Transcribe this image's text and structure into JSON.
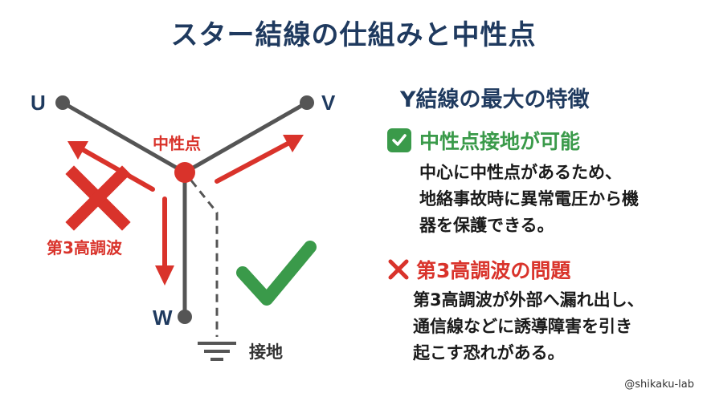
{
  "title": "スター結線の仕組みと中性点",
  "diagram": {
    "label_u": "U",
    "label_v": "V",
    "label_w": "W",
    "neutral_label": "中性点",
    "harmonic_label": "第3高調波",
    "ground_label": "接地"
  },
  "features": {
    "heading": "Y結線の最大の特徴",
    "pro_title": "中性点接地が可能",
    "pro_lines": [
      "中心に中性点があるため、",
      "地絡事故時に異常電圧から機",
      "器を保護できる。"
    ],
    "con_title": "第3高調波の問題",
    "con_lines": [
      "第3高調波が外部へ漏れ出し、",
      "通信線などに誘導障害を引き",
      "起こす恐れがある。"
    ]
  },
  "credit": "@shikaku-lab",
  "colors": {
    "navy": "#1f3a5f",
    "red": "#d9332b",
    "green": "#3a9a4a",
    "gray": "#555555"
  }
}
